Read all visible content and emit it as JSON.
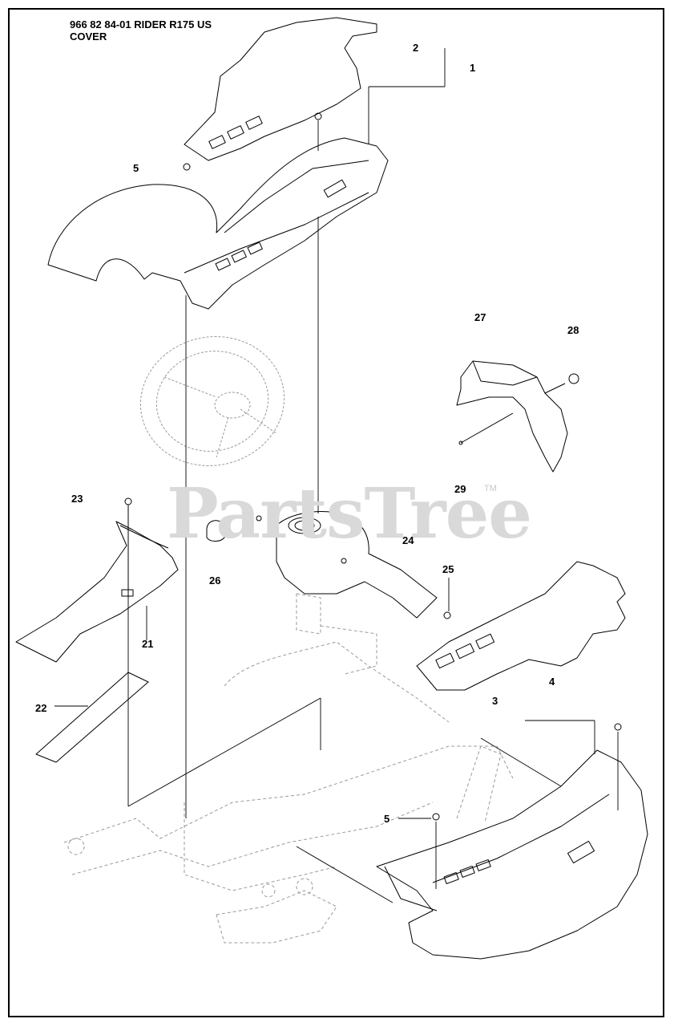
{
  "header": {
    "model_line": "966 82 84-01 RIDER R175 US",
    "section": "COVER"
  },
  "watermark": {
    "text": "PartsTree",
    "trademark": "TM"
  },
  "callouts": [
    {
      "id": "c1",
      "label": "1"
    },
    {
      "id": "c2",
      "label": "2"
    },
    {
      "id": "c3",
      "label": "3"
    },
    {
      "id": "c4",
      "label": "4"
    },
    {
      "id": "c5a",
      "label": "5"
    },
    {
      "id": "c5b",
      "label": "5"
    },
    {
      "id": "c21",
      "label": "21"
    },
    {
      "id": "c22",
      "label": "22"
    },
    {
      "id": "c23",
      "label": "23"
    },
    {
      "id": "c24",
      "label": "24"
    },
    {
      "id": "c25",
      "label": "25"
    },
    {
      "id": "c26",
      "label": "26"
    },
    {
      "id": "c27",
      "label": "27"
    },
    {
      "id": "c28",
      "label": "28"
    },
    {
      "id": "c29",
      "label": "29"
    }
  ],
  "colors": {
    "line": "#000000",
    "ghost": "#9a9a9a",
    "watermark": "#d9d9d9"
  }
}
